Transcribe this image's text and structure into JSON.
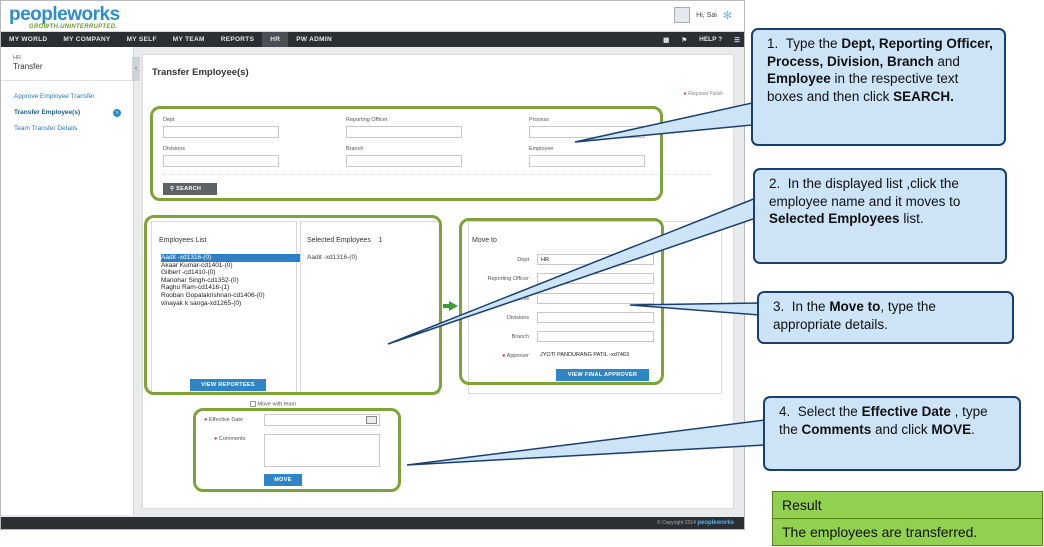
{
  "app": {
    "logo": "peopleworks",
    "tagline": "GROWTH.UNINTERRUPTED.",
    "greeting": "Hi, Sai",
    "copyright": "© Copyright 2014",
    "footer_brand": "peopleworks"
  },
  "nav": {
    "items": [
      "MY WORLD",
      "MY COMPANY",
      "MY SELF",
      "MY TEAM",
      "REPORTS",
      "HR",
      "PW ADMIN"
    ],
    "active": "HR",
    "help": "HELP"
  },
  "sidebar": {
    "section_small": "HR",
    "section_title": "Transfer",
    "links": [
      "Approve Employee Transfer",
      "Transfer Employee(s)",
      "Team Transfer Details"
    ]
  },
  "page": {
    "title": "Transfer Employee(s)",
    "required_note": "Required Fields",
    "search": {
      "dept_label": "Dept",
      "reporting_officer_label": "Reporting Officer",
      "process_label": "Process",
      "divisions_label": "Divisions",
      "branch_label": "Branch",
      "employee_label": "Employee",
      "search_button": "SEARCH"
    },
    "employees_list": {
      "title": "Employees List",
      "items": [
        "Aadit -xd1316-(0)",
        "Akaar Kumar-cd1401-(0)",
        "Gilbert -cd1410-(0)",
        "Manohar Singh-cd1352-(0)",
        "Raghu Ram-cd1416-(1)",
        "Rooban Gopalakrishnan-cd1406-(0)",
        "vinayak k sanga-xd1265-(0)"
      ],
      "selected_index": 0,
      "view_button": "VIEW REPORTEES"
    },
    "selected_employees": {
      "title": "Selected Employees",
      "count": "1",
      "items": [
        "Aadit -xd1316-(0)"
      ]
    },
    "move_to": {
      "title": "Move to",
      "dept_label": "Dept",
      "dept_value": "HR",
      "reporting_officer_label": "Reporting Officer",
      "process_label": "Process",
      "divisions_label": "Divisions",
      "branch_label": "Branch",
      "approver_label": "Approver",
      "approver_value": "JYOTI PANDURANG PATIL -xd7463",
      "view_final_button": "VIEW FINAL APPROVER"
    },
    "move_with_team": "Move with team",
    "effective_date_label": "Effective Date",
    "comments_label": "Comments",
    "move_button": "MOVE"
  },
  "callouts": {
    "c1_num": "1.",
    "c1_a": "Type the ",
    "c1_b": "Dept, Reporting Officer, Process, Division, Branch",
    "c1_c": " and ",
    "c1_d": "Employee",
    "c1_e": " in the respective text boxes and then click ",
    "c1_f": "SEARCH.",
    "c2_num": "2.",
    "c2_a": "In the displayed list ,click the employee name and it moves to ",
    "c2_b": "Selected Employees",
    "c2_c": " list.",
    "c3_num": "3.",
    "c3_a": "In the ",
    "c3_b": "Move to",
    "c3_c": ", type the appropriate details.",
    "c4_num": "4.",
    "c4_a": "Select the ",
    "c4_b": "Effective Date",
    "c4_c": " , type the ",
    "c4_d": "Comments",
    "c4_e": " and click ",
    "c4_f": "MOVE",
    "c4_g": "."
  },
  "result": {
    "header": "Result",
    "body": "The employees are transferred."
  },
  "colors": {
    "ring": "#7ea33a",
    "callout_bg": "#cde4f7",
    "callout_border": "#1a3f6e",
    "result_bg": "#92d050",
    "accent": "#2e86c9"
  }
}
